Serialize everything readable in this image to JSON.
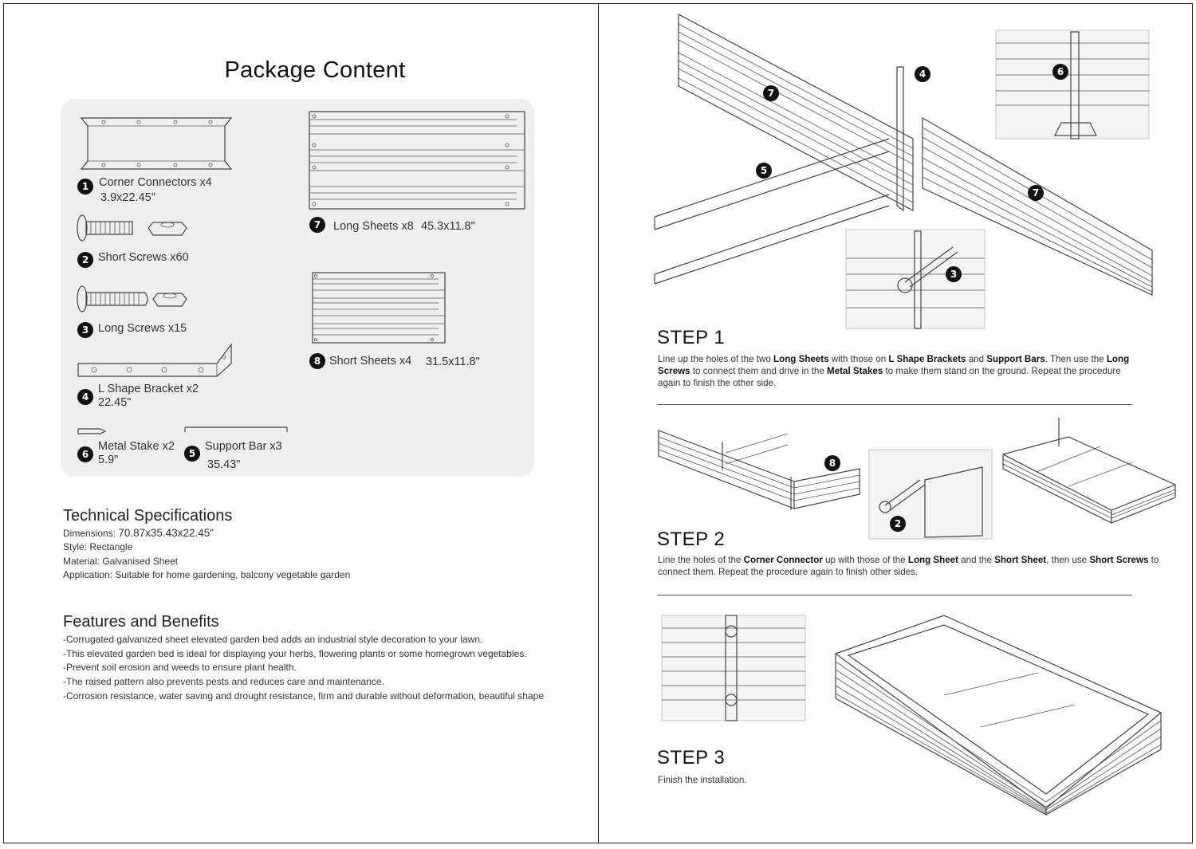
{
  "package": {
    "title": "Package Content",
    "items": [
      {
        "num": "1",
        "label": "Corner Connectors x4",
        "size": "3.9x22.45\""
      },
      {
        "num": "2",
        "label": "Short Screws x60",
        "size": ""
      },
      {
        "num": "3",
        "label": "Long Screws x15",
        "size": ""
      },
      {
        "num": "4",
        "label": "L Shape Bracket x2",
        "size": "22.45\""
      },
      {
        "num": "6",
        "label": "Metal Stake x2",
        "size": "5.9\""
      },
      {
        "num": "5",
        "label": "Support Bar x3",
        "size": "35.43\""
      },
      {
        "num": "7",
        "label": "Long Sheets x8",
        "size": "45.3x11.8\""
      },
      {
        "num": "8",
        "label": "Short Sheets x4",
        "size": "31.5x11.8\""
      }
    ]
  },
  "specs": {
    "title": "Technical Specifications",
    "dimensions_label": "Dimensions:",
    "dimensions_value": "70.87x35.43x22.45\"",
    "style": "Style: Rectangle",
    "material": "Material: Galvanised Sheet",
    "application": "Application: Suitable for home gardening, balcony vegetable garden"
  },
  "features": {
    "title": "Features and Benefits",
    "items": [
      "-Corrugated galvanized sheet elevated garden bed adds an industrial style decoration to your lawn.",
      "-This elevated garden bed is ideal for displaying your herbs, flowering plants or some homegrown vegetables.",
      "-Prevent soil erosion and weeds to ensure plant health.",
      "-The raised pattern also prevents pests and reduces care and maintenance.",
      "-Corrosion resistance, water saving and drought resistance, firm and durable without deformation, beautiful shape"
    ]
  },
  "steps": [
    {
      "title": "STEP 1",
      "text": [
        {
          "t": "Line up the holes of the two ",
          "b": false
        },
        {
          "t": "Long Sheets",
          "b": true
        },
        {
          "t": " with those on ",
          "b": false
        },
        {
          "t": "L Shape Brackets",
          "b": true
        },
        {
          "t": " and ",
          "b": false
        },
        {
          "t": "Support Bars",
          "b": true
        },
        {
          "t": ". Then use the ",
          "b": false
        },
        {
          "t": "Long Screws",
          "b": true
        },
        {
          "t": " to connect them and drive in the ",
          "b": false
        },
        {
          "t": "Metal Stakes",
          "b": true
        },
        {
          "t": " to make them stand on the ground. Repeat the procedure again to finish the other side.",
          "b": false
        }
      ],
      "callouts": [
        "7",
        "4",
        "6",
        "5",
        "7",
        "3"
      ]
    },
    {
      "title": "STEP 2",
      "text": [
        {
          "t": "Line the holes of the ",
          "b": false
        },
        {
          "t": "Corner Connector",
          "b": true
        },
        {
          "t": " up with those of the ",
          "b": false
        },
        {
          "t": "Long Sheet",
          "b": true
        },
        {
          "t": " and the ",
          "b": false
        },
        {
          "t": "Short Sheet",
          "b": true
        },
        {
          "t": ", then use ",
          "b": false
        },
        {
          "t": "Short Screws",
          "b": true
        },
        {
          "t": " to connect them. Repeat the procedure again to finish other sides.",
          "b": false
        }
      ],
      "callouts": [
        "8",
        "2"
      ]
    },
    {
      "title": "STEP 3",
      "text": [
        {
          "t": "Finish the installation.",
          "b": false
        }
      ],
      "callouts": []
    }
  ]
}
